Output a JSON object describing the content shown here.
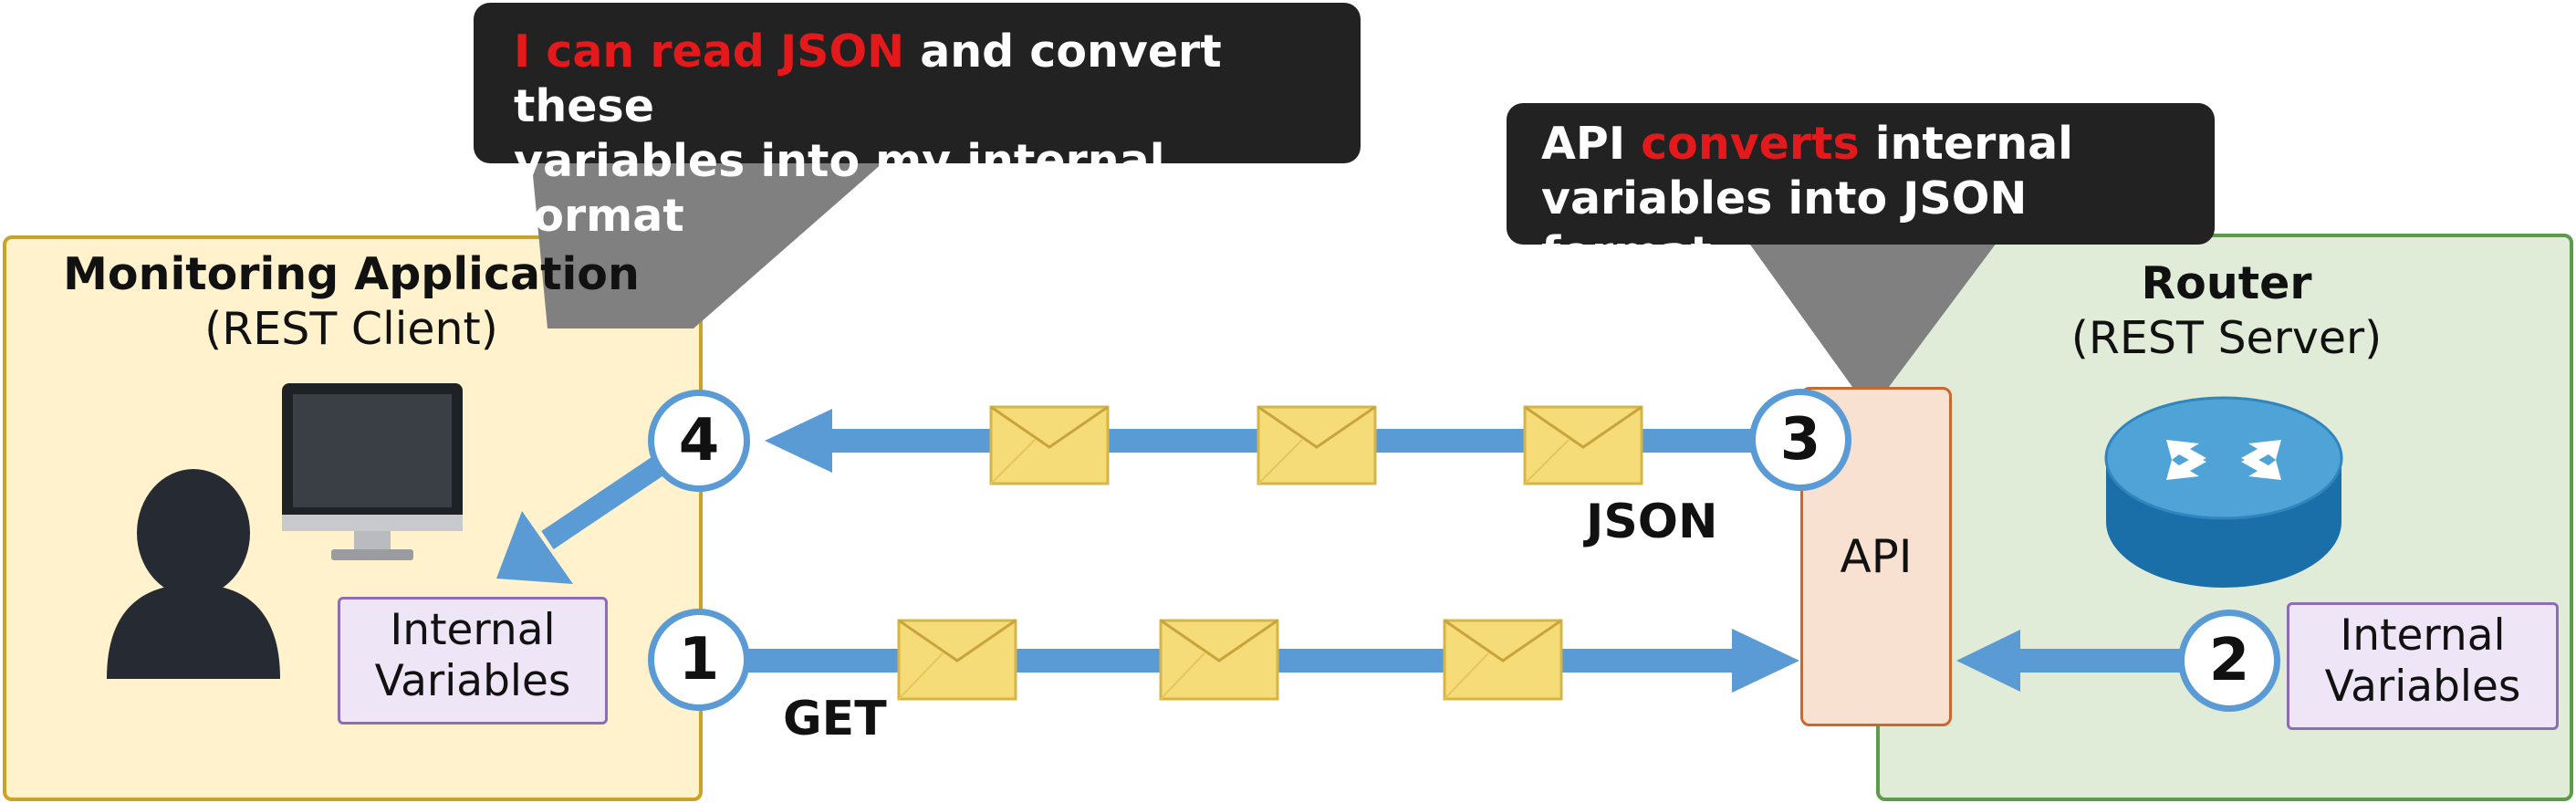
{
  "client": {
    "title": "Monitoring Application",
    "subtitle": "(REST Client)",
    "variables_line1": "Internal",
    "variables_line2": "Variables"
  },
  "server": {
    "title": "Router",
    "subtitle": "(REST Server)",
    "variables_line1": "Internal",
    "variables_line2": "Variables"
  },
  "api_label": "API",
  "callout_client": {
    "highlight": "I can read JSON",
    "rest_line1": " and convert these",
    "line2": "variables into my internal format"
  },
  "callout_api": {
    "pre": "API ",
    "highlight": "converts",
    "post_line1": " internal",
    "line2": "variables into JSON format"
  },
  "steps": [
    "1",
    "2",
    "3",
    "4"
  ],
  "labels": {
    "request": "GET",
    "response": "JSON"
  },
  "colors": {
    "arrow": "#5b9bd5",
    "highlight": "#e3191b",
    "callout_bg": "#222222",
    "client_panel": "#fff2cc",
    "server_panel": "#e1ecd8",
    "envelope": "#f5dc78"
  },
  "icons": [
    "user-icon",
    "monitor-icon",
    "router-icon",
    "envelope-icon"
  ]
}
